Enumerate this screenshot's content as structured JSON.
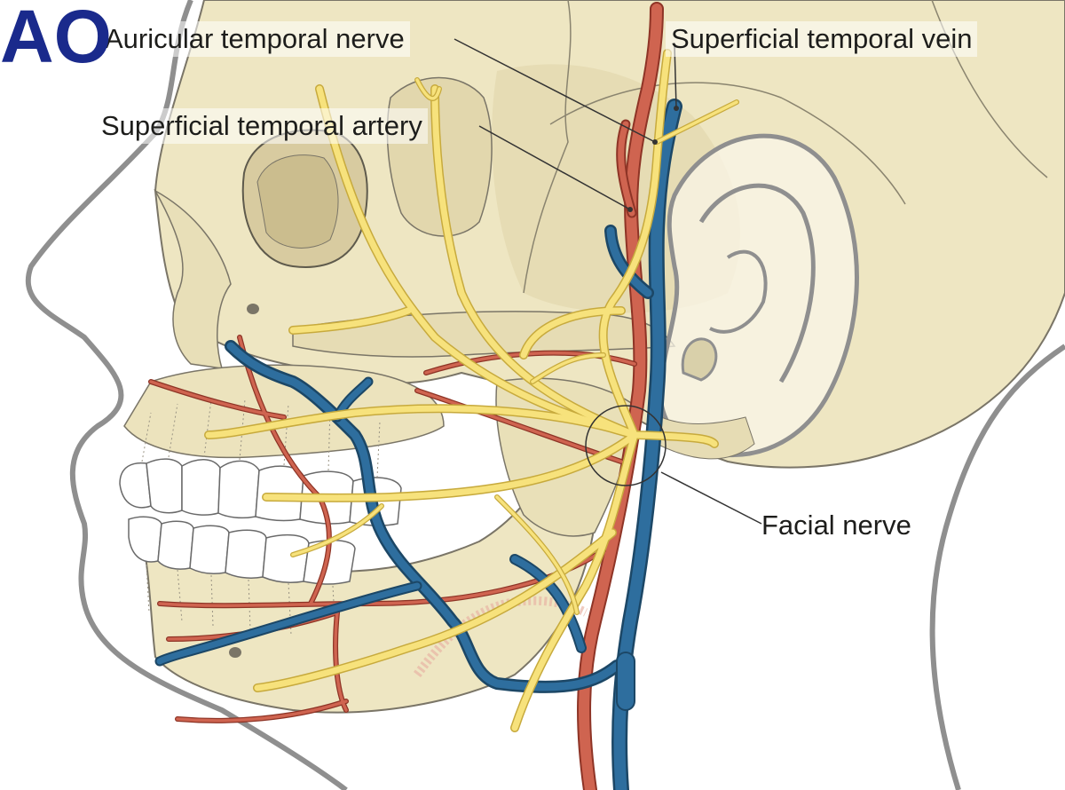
{
  "labels": {
    "auricular_temporal_nerve": "Auricular temporal nerve",
    "superficial_temporal_vein": "Superficial temporal vein",
    "superficial_temporal_artery": "Superficial temporal artery",
    "facial_nerve": "Facial nerve"
  },
  "logo": {
    "text": "AO"
  },
  "colors": {
    "bone": "#eee6c2",
    "bone_shade": "#ddd2a8",
    "bone_light": "#f6f1dc",
    "outline": "#8f8f8f",
    "nerve": "#f7e27c",
    "nerve_edge": "#c7aa3d",
    "artery": "#cf6450",
    "artery_edge": "#8e3426",
    "vein": "#2e6e9e",
    "vein_edge": "#1c4766",
    "tooth": "#ffffff",
    "leader": "#333333",
    "logo": "#1a2a8c"
  }
}
